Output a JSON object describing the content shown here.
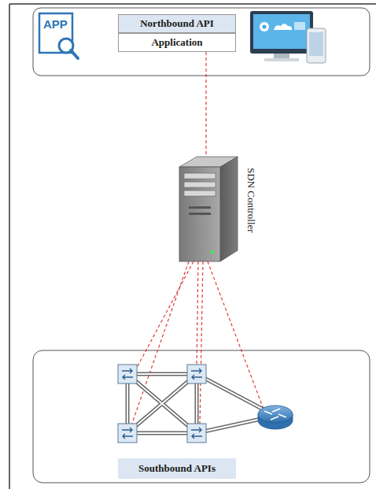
{
  "diagram": {
    "nodes": [
      {
        "text": [
          "Northbound API"
        ]
      },
      {
        "text": [
          "Application"
        ]
      },
      {
        "text": [
          "SDN Controller"
        ]
      },
      {
        "text": [
          "Southbound APIs"
        ]
      }
    ],
    "edges": [
      {
        "from": 1,
        "to": 2,
        "arrow": "none"
      }
    ],
    "labels": [
      "APP"
    ]
  }
}
